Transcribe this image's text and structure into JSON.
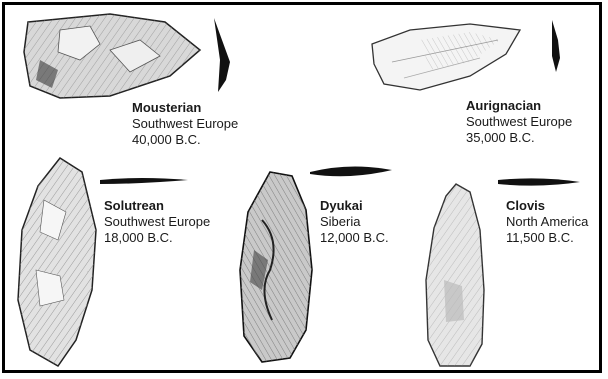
{
  "artifacts": [
    {
      "id": "mousterian",
      "name": "Mousterian",
      "region": "Southwest Europe",
      "date": "40,000 B.C."
    },
    {
      "id": "aurignacian",
      "name": "Aurignacian",
      "region": "Southwest Europe",
      "date": "35,000 B.C."
    },
    {
      "id": "solutrean",
      "name": "Solutrean",
      "region": "Southwest Europe",
      "date": "18,000 B.C."
    },
    {
      "id": "dyukai",
      "name": "Dyukai",
      "region": "Siberia",
      "date": "12,000 B.C."
    },
    {
      "id": "clovis",
      "name": "Clovis",
      "region": "North America",
      "date": "11,500 B.C."
    }
  ]
}
